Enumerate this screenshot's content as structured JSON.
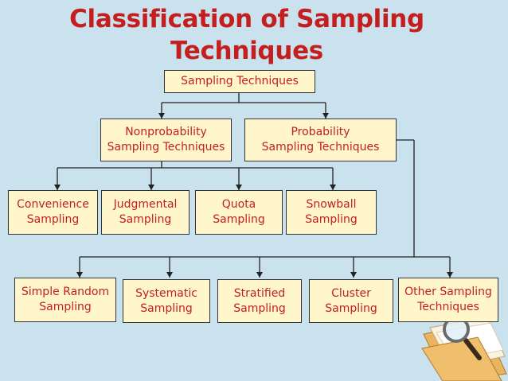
{
  "title": {
    "line1": "Classification of Sampling",
    "line2": "Techniques"
  },
  "nodes": {
    "root": {
      "line1": "Sampling Techniques"
    },
    "nonprobability": {
      "line1": "Nonprobability",
      "line2": "Sampling Techniques"
    },
    "probability": {
      "line1": "Probability",
      "line2": "Sampling Techniques"
    },
    "convenience": {
      "line1": "Convenience",
      "line2": "Sampling"
    },
    "judgmental": {
      "line1": "Judgmental",
      "line2": "Sampling"
    },
    "quota": {
      "line1": "Quota",
      "line2": "Sampling"
    },
    "snowball": {
      "line1": "Snowball",
      "line2": "Sampling"
    },
    "simple_random": {
      "line1": "Simple Random",
      "line2": "Sampling"
    },
    "systematic": {
      "line1": "Systematic",
      "line2": "Sampling"
    },
    "stratified": {
      "line1": "Stratified",
      "line2": "Sampling"
    },
    "cluster": {
      "line1": "Cluster",
      "line2": "Sampling"
    },
    "other": {
      "line1": "Other Sampling",
      "line2": "Techniques"
    }
  },
  "colors": {
    "background": "#c9e2ee",
    "title": "#c41e1e",
    "box_fill": "#fff6cc",
    "box_text": "#c41e1e",
    "connector": "#222222"
  },
  "icons": [
    "magnifying-glass-icon",
    "folder-icon"
  ]
}
